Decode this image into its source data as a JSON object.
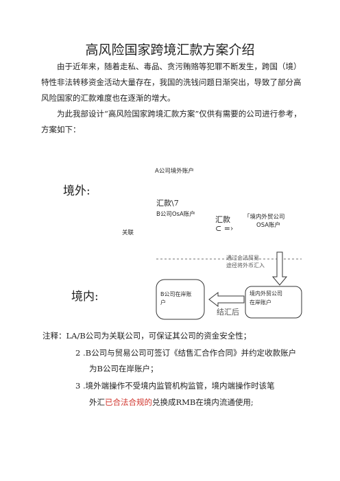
{
  "doc": {
    "title": "高风险国家跨境汇款方案介绍",
    "intro": "由于近年来，随着走私、毒品、贪污贿赂等犯罪不断发生，跨国（境）特性非法转移资金活动大量存在，我国的洗钱问题日渐突出，导致了部分高风险国家的汇款难度也在逐渐的增大。",
    "plan": "为此我部设计“高风险国家跨境汇款方案”仅供有需要的公司进行参考，方案如下："
  },
  "diagram": {
    "a_company": "A公司境外账户",
    "overseas": "境外:",
    "remit1": "汇款\\7",
    "b_osa": "B公司OsA账户",
    "related": "关联",
    "remit2": "汇款",
    "remit2_arrow": "⊂ =›",
    "domestic_osa_1": "「境内外贸公司",
    "domestic_osa_2": "OSA账户",
    "trade_1": "通过合法贸易",
    "trade_2": "途径将外币汇入",
    "domestic": "境内:",
    "b_onshore_1": "B公司在岸账",
    "b_onshore_2": "户",
    "foreign_co_1": "境内外贸公司",
    "foreign_co_2": "在岸账户",
    "after_settle": "结汇后"
  },
  "notes": {
    "n1": "注释：LA/B公司为关联公司，可保证其公司的资金安全性；",
    "n2": "2 .B公司与贸易公司可签订《结售汇合作合同》并约定收款账户",
    "n2b": "为B公司在岸账户；",
    "n3": "3 .境外端操作不受境内监管机构监管，境内端操作时该笔",
    "n3b_pre": "外汇",
    "n3b_red": "已合法合规的",
    "n3b_post": "兑换成RMB在境内流通使用;"
  }
}
